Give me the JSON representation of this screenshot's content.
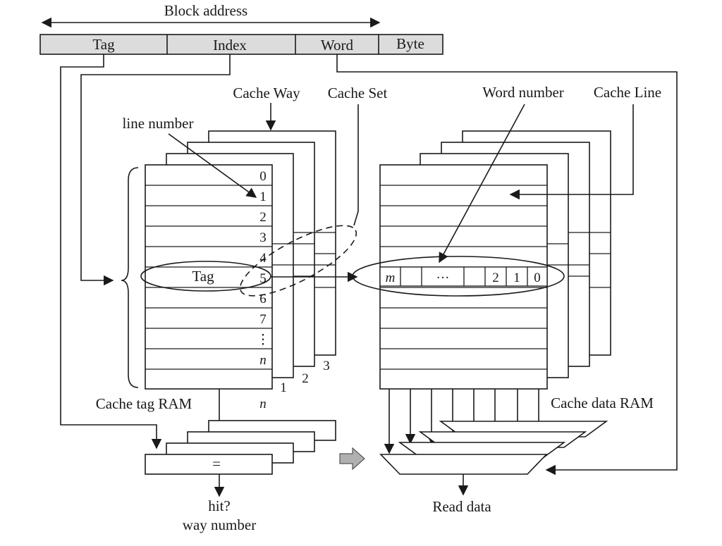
{
  "block_address": {
    "title": "Block address",
    "fields": [
      "Tag",
      "Index",
      "Word",
      "Byte"
    ],
    "field_fill": "#dcdcdc"
  },
  "labels": {
    "cache_way": "Cache Way",
    "cache_set": "Cache Set",
    "line_number": "line number",
    "word_number": "Word number",
    "cache_line": "Cache Line",
    "cache_tag_ram": "Cache tag RAM",
    "cache_data_ram": "Cache data RAM",
    "hit": "hit?",
    "way_number": "way number",
    "read_data": "Read data",
    "tag_cell": "Tag",
    "comparator": "="
  },
  "tag_ram": {
    "row_labels": [
      "0",
      "1",
      "2",
      "3",
      "4",
      "5",
      "6",
      "7",
      "⋮",
      "n"
    ],
    "way_labels": [
      "1",
      "2",
      "3"
    ],
    "front_way_label": "n"
  },
  "data_line": {
    "cells": [
      "m",
      "",
      "···",
      "",
      "2",
      "1",
      "0"
    ]
  },
  "colors": {
    "stroke": "#1a1a1a",
    "background": "#ffffff",
    "arrow_fill": "#b0b0b0"
  }
}
